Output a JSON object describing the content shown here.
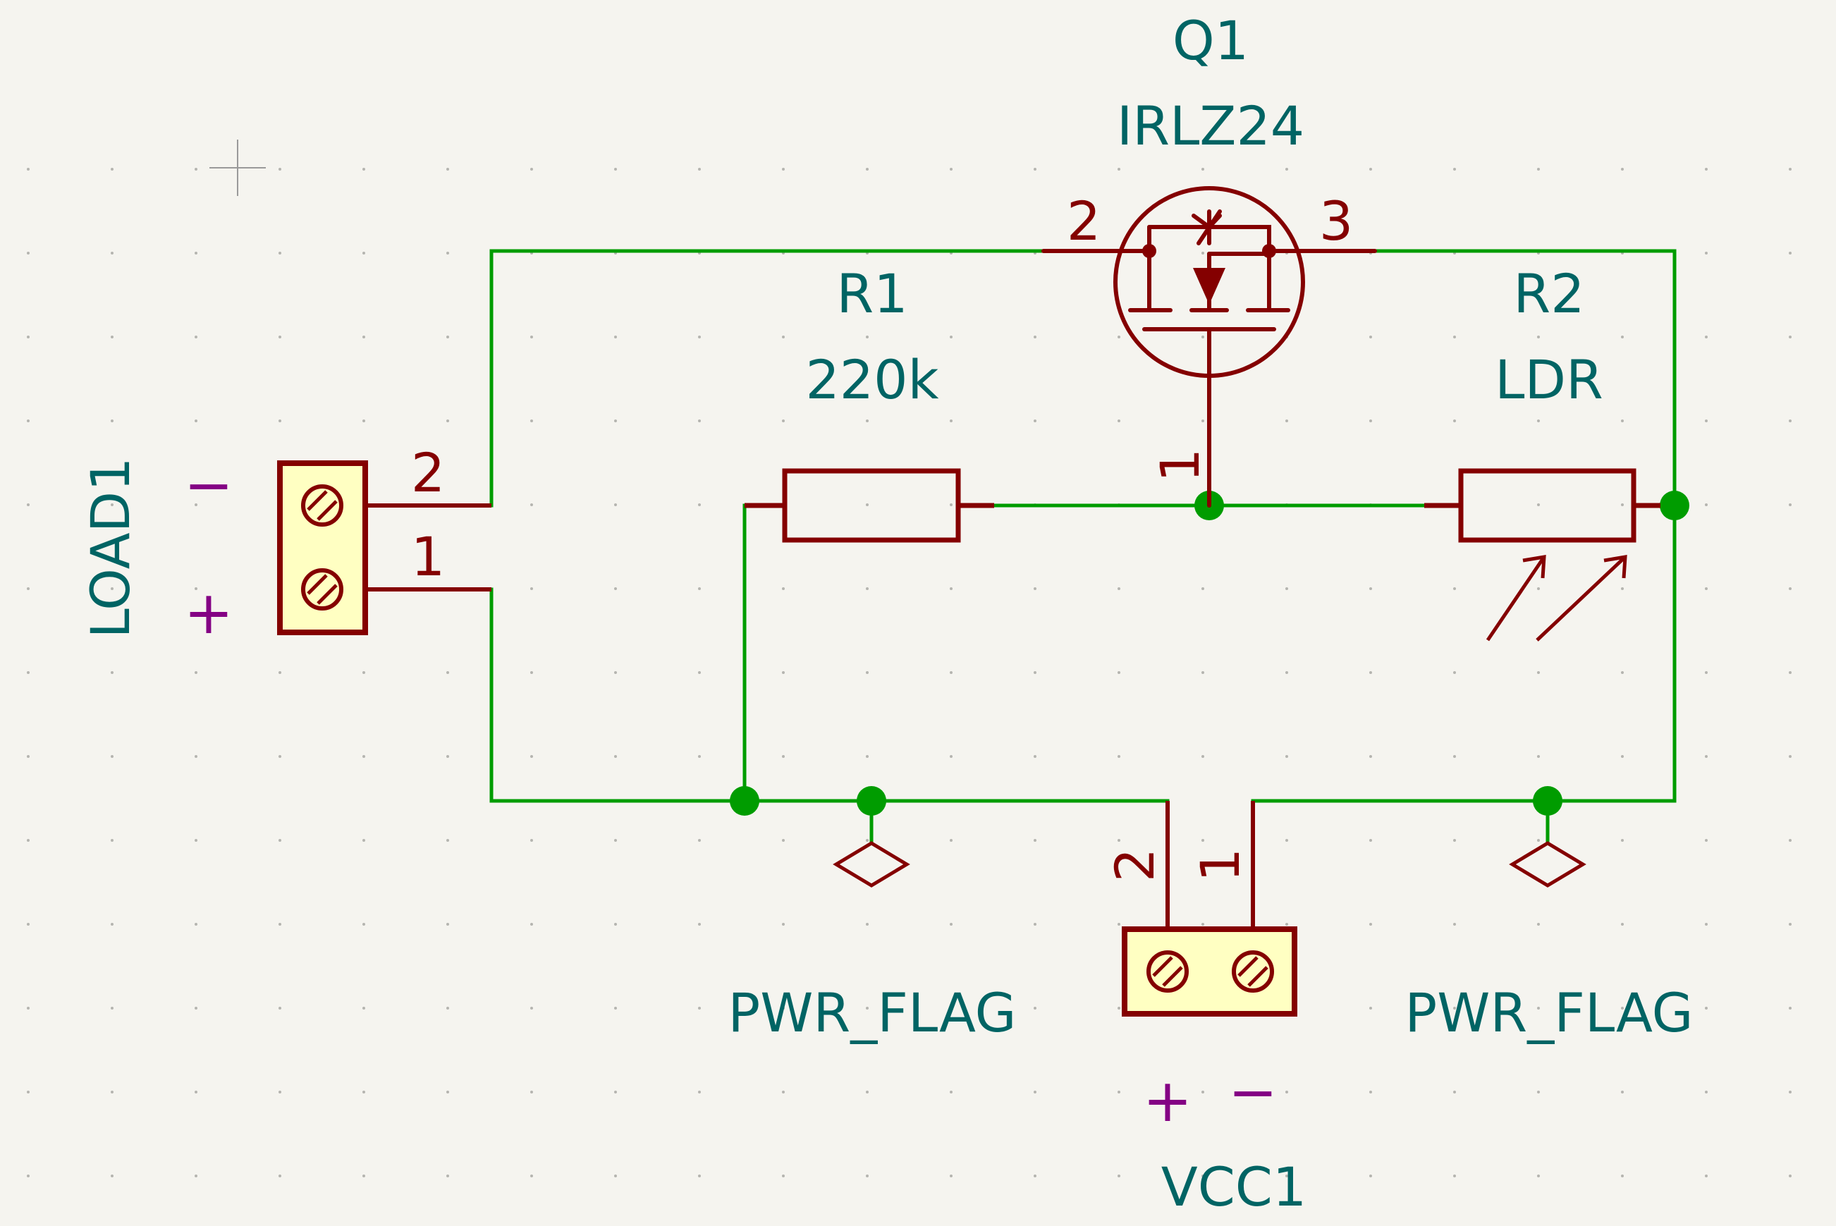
{
  "colors": {
    "background": "#F5F4EF",
    "wire": "#009C00",
    "junction": "#009C00",
    "symbol_outline": "#840000",
    "symbol_fill": "#FFFFC2",
    "reference_text": "#006464",
    "pin_text": "#840000",
    "polarity_text": "#840084"
  },
  "components": {
    "q1": {
      "reference": "Q1",
      "value": "IRLZ24",
      "pin_gate": "1",
      "pin_drain": "2",
      "pin_source": "3"
    },
    "r1": {
      "reference": "R1",
      "value": "220k"
    },
    "r2": {
      "reference": "R2",
      "value": "LDR"
    },
    "load1": {
      "reference": "LOAD1",
      "pin_top": "2",
      "pin_bottom": "1",
      "polarity_top": "−",
      "polarity_bottom": "+"
    },
    "vcc1": {
      "reference": "VCC1",
      "pin_left": "2",
      "pin_right": "1",
      "polarity_left": "+",
      "polarity_right": "−"
    },
    "pwr_flag_left": {
      "label": "PWR_FLAG"
    },
    "pwr_flag_right": {
      "label": "PWR_FLAG"
    }
  },
  "icons": [
    "cursor-crosshair-icon",
    "mosfet-symbol-icon",
    "resistor-symbol-icon",
    "ldr-symbol-icon",
    "screw-terminal-icon",
    "power-flag-icon"
  ]
}
